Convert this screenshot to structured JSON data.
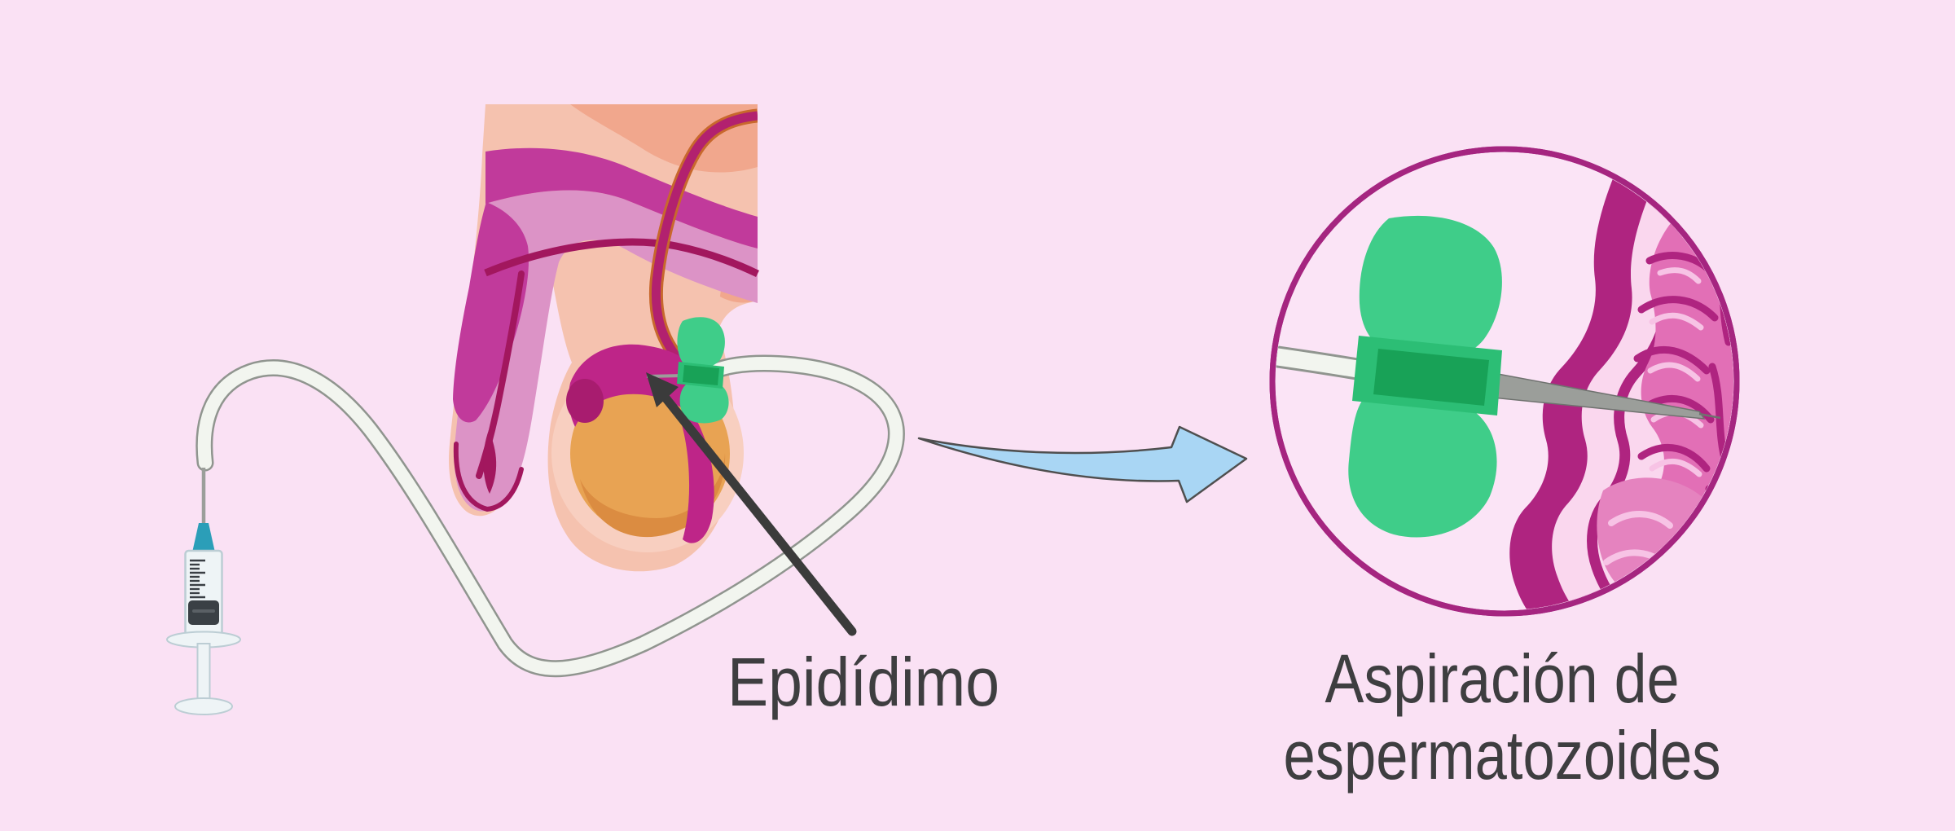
{
  "labels": {
    "epididymis": "Epidídimo",
    "aspiration_line1": "Aspiración de",
    "aspiration_line2": "espermatozoides"
  },
  "icons": {
    "syringe": "syringe-icon",
    "tube": "catheter-tube",
    "butterfly": "butterfly-needle-icon",
    "pointer": "label-pointer-arrow",
    "magnify": "zoom-arrow-icon",
    "detail": "epididymis-detail-circle"
  },
  "colors": {
    "background": "#fae1f4",
    "text": "#3e3e40",
    "skin": "#f5c2af",
    "skin_dark": "#f1a78d",
    "skin_inner": "#f8cfc0",
    "mauve": "#dc93c6",
    "magenta_band": "#c13a9b",
    "crimson": "#a2175e",
    "vas_outline": "#c8682d",
    "vas_core": "#b2216f",
    "testis": "#e8a353",
    "testis_shade": "#db8c41",
    "epididymis": "#be2588",
    "epididymis_dark": "#a81c6f",
    "needle_green": "#3fcd89",
    "needle_green_mid": "#2cbe75",
    "needle_green_dark": "#18a257",
    "tube_fill": "#f2f5ef",
    "tube_outline": "#90958f",
    "steel": "#9b9e9a",
    "steel_dark": "#6f726f",
    "syringe_body": "#eef4f6",
    "syringe_outline": "#bccdd4",
    "syringe_hub": "#2b9eb8",
    "plunger_stopper": "#3a4045",
    "ticks": "#3a3f44",
    "pointer_arrow": "#3b3b3b",
    "magnify_arrow_fill": "#a9d6f4",
    "magnify_arrow_outline": "#4f4f4f",
    "circle_fill": "#fbe4f6",
    "circle_border": "#a52580",
    "detail_magenta": "#af2480",
    "detail_light": "#fad7ee",
    "tubule_pink": "#e26fb6",
    "tubule_light": "#e583bf",
    "tubule_highlight": "#f7c3e5"
  }
}
